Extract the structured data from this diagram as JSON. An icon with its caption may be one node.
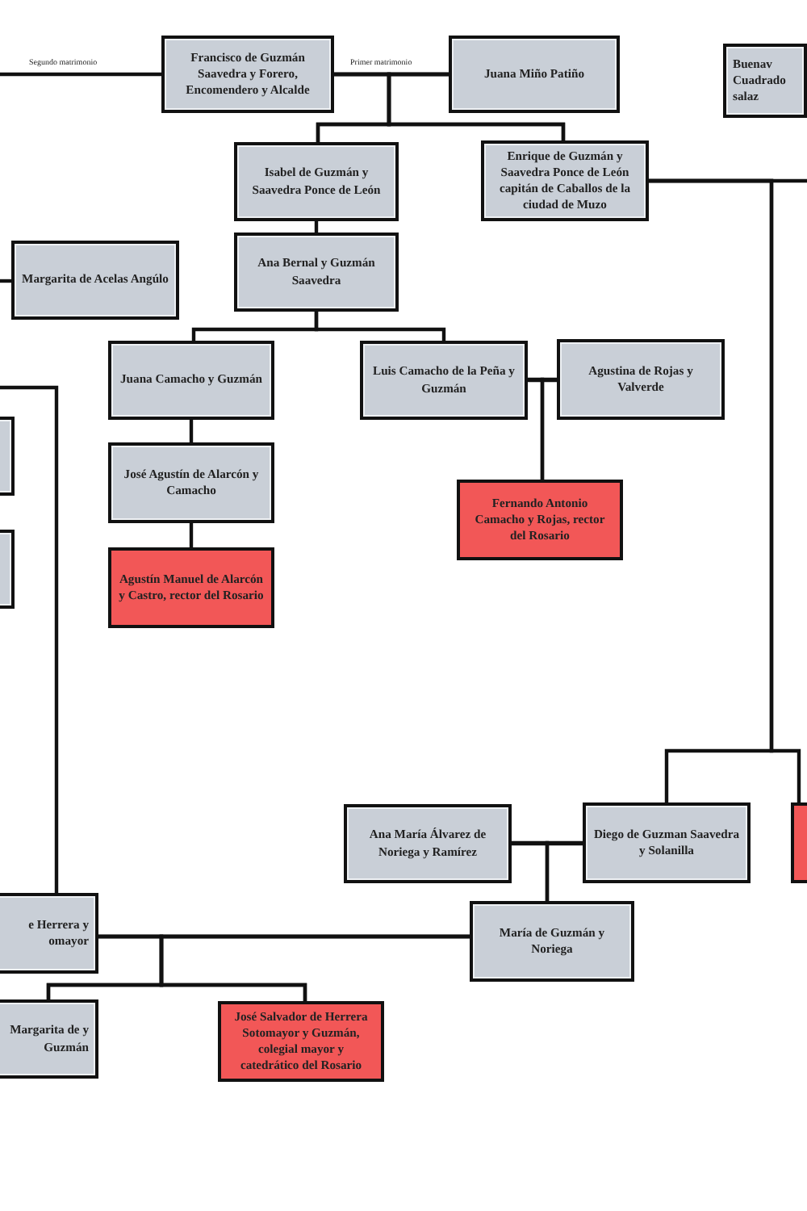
{
  "diagram": {
    "nodes": [
      {
        "text": [
          "Francisco de Guzmán Saavedra y Forero, Encomendero y Alcalde"
        ]
      },
      {
        "text": [
          "Juana Miño Patiño"
        ]
      },
      {
        "text": [
          "Buenav Cuadrado salaz"
        ]
      },
      {
        "text": [
          "Isabel de Guzmán y Saavedra Ponce de León"
        ]
      },
      {
        "text": [
          "Enrique de Guzmán y Saavedra Ponce de León capitán de Caballos de la ciudad de Muzo"
        ]
      },
      {
        "text": [
          "Margarita de Acelas Angúlo"
        ]
      },
      {
        "text": [
          "Ana Bernal y Guzmán Saavedra"
        ]
      },
      {
        "text": [
          "Juana Camacho y Guzmán"
        ]
      },
      {
        "text": [
          "Luis Camacho de la Peña y Guzmán"
        ]
      },
      {
        "text": [
          "Agustina de Rojas y Valverde"
        ]
      },
      {
        "text": [],
        "shape": "box"
      },
      {
        "text": [],
        "shape": "box"
      },
      {
        "text": [
          "José Agustín de Alarcón y Camacho"
        ]
      },
      {
        "text": [
          "Fernando Antonio Camacho y Rojas, rector del Rosario"
        ]
      },
      {
        "text": [
          "Agustín Manuel de Alarcón y Castro, rector del Rosario"
        ]
      },
      {
        "text": [
          "Ana María Álvarez de Noriega y Ramírez"
        ]
      },
      {
        "text": [
          "Diego de Guzman Saavedra y Solanilla"
        ]
      },
      {
        "text": [],
        "shape": "box"
      },
      {
        "text": [
          "e Herrera y omayor"
        ]
      },
      {
        "text": [
          "María de Guzmán y Noriega"
        ]
      },
      {
        "text": [
          "Margarita de y Guzmán"
        ]
      },
      {
        "text": [
          "José Salvador de Herrera Sotomayor y Guzmán, colegial mayor y catedrático del Rosario"
        ]
      }
    ],
    "edges": [
      {
        "from": null,
        "to": 0,
        "arrow": "none",
        "label": "Segundo matrimonio"
      },
      {
        "from": 0,
        "to": 1,
        "arrow": "none",
        "label": "Primer matrimonio"
      },
      {
        "from": 0,
        "to": 3,
        "arrow": "none"
      },
      {
        "from": 1,
        "to": 3,
        "arrow": "none"
      },
      {
        "from": 0,
        "to": 4,
        "arrow": "none"
      },
      {
        "from": 1,
        "to": 4,
        "arrow": "none"
      },
      {
        "from": 3,
        "to": 6,
        "arrow": "none"
      },
      {
        "from": 6,
        "to": 7,
        "arrow": "none"
      },
      {
        "from": 6,
        "to": 8,
        "arrow": "none"
      },
      {
        "from": null,
        "to": 5,
        "arrow": "none"
      },
      {
        "from": 7,
        "to": 12,
        "arrow": "none"
      },
      {
        "from": 12,
        "to": 14,
        "arrow": "none"
      },
      {
        "from": 8,
        "to": 9,
        "arrow": "none"
      },
      {
        "from": 8,
        "to": 13,
        "arrow": "none"
      },
      {
        "from": 9,
        "to": 13,
        "arrow": "none"
      },
      {
        "from": 4,
        "to": 16,
        "arrow": "none"
      },
      {
        "from": 4,
        "to": 17,
        "arrow": "none"
      },
      {
        "from": 4,
        "to": null,
        "arrow": "none"
      },
      {
        "from": null,
        "to": 18,
        "arrow": "none"
      },
      {
        "from": 15,
        "to": 16,
        "arrow": "none"
      },
      {
        "from": 15,
        "to": 19,
        "arrow": "none"
      },
      {
        "from": 16,
        "to": 19,
        "arrow": "none"
      },
      {
        "from": 18,
        "to": 19,
        "arrow": "none"
      },
      {
        "from": 18,
        "to": 20,
        "arrow": "none"
      },
      {
        "from": 18,
        "to": 21,
        "arrow": "none"
      },
      {
        "from": 19,
        "to": 20,
        "arrow": "none"
      },
      {
        "from": 19,
        "to": 21,
        "arrow": "none"
      }
    ]
  }
}
